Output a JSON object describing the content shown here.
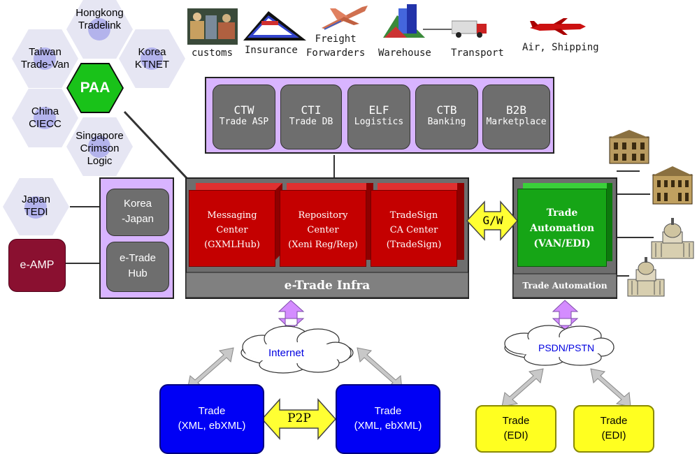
{
  "partners": {
    "hongkong": "Hongkong\nTradelink",
    "taiwan": "Taiwan\nTrade-Van",
    "korea": "Korea\nKTNET",
    "china": "China\nCIECC",
    "singapore": "Singapore\nCrimson\nLogic",
    "japan": "Japan\nTEDI",
    "paa": "PAA"
  },
  "top_services": {
    "customs": "customs",
    "insurance": "Insurance",
    "freight": "Freight\nForwarders",
    "warehouse": "Warehouse",
    "transport": "Transport",
    "air": "Air, Shipping"
  },
  "apps": [
    {
      "code": "CTW",
      "sub": "Trade ASP"
    },
    {
      "code": "CTI",
      "sub": "Trade DB"
    },
    {
      "code": "ELF",
      "sub": "Logistics"
    },
    {
      "code": "CTB",
      "sub": "Banking"
    },
    {
      "code": "B2B",
      "sub": "Marketplace"
    }
  ],
  "centers": [
    "Messaging\nCenter\n(GXMLHub)",
    "Repository\nCenter\n(Xeni Reg/Rep)",
    "TradeSign\nCA Center\n(TradeSign)"
  ],
  "infra_label": "e-Trade Infra",
  "gw_label": "G/W",
  "trade_auto": {
    "cube": "Trade\nAutomation\n(VAN/EDI)",
    "label": "Trade Automation"
  },
  "hubs": {
    "korea_japan": "Korea\n-Japan",
    "etrade_hub": "e-Trade\nHub"
  },
  "eamp": "e-AMP",
  "clouds": {
    "internet": "Internet",
    "psdn": "PSDN/PSTN"
  },
  "p2p": "P2P",
  "trade_xml": [
    "Trade\n(XML, ebXML)",
    "Trade\n(XML, ebXML)"
  ],
  "trade_edi": [
    "Trade\n(EDI)",
    "Trade\n(EDI)"
  ],
  "colors": {
    "red": "#c40000",
    "blue": "#0000f5",
    "yellow": "#ffff20",
    "green": "#19c219",
    "lavender": "#d8b4ff"
  }
}
